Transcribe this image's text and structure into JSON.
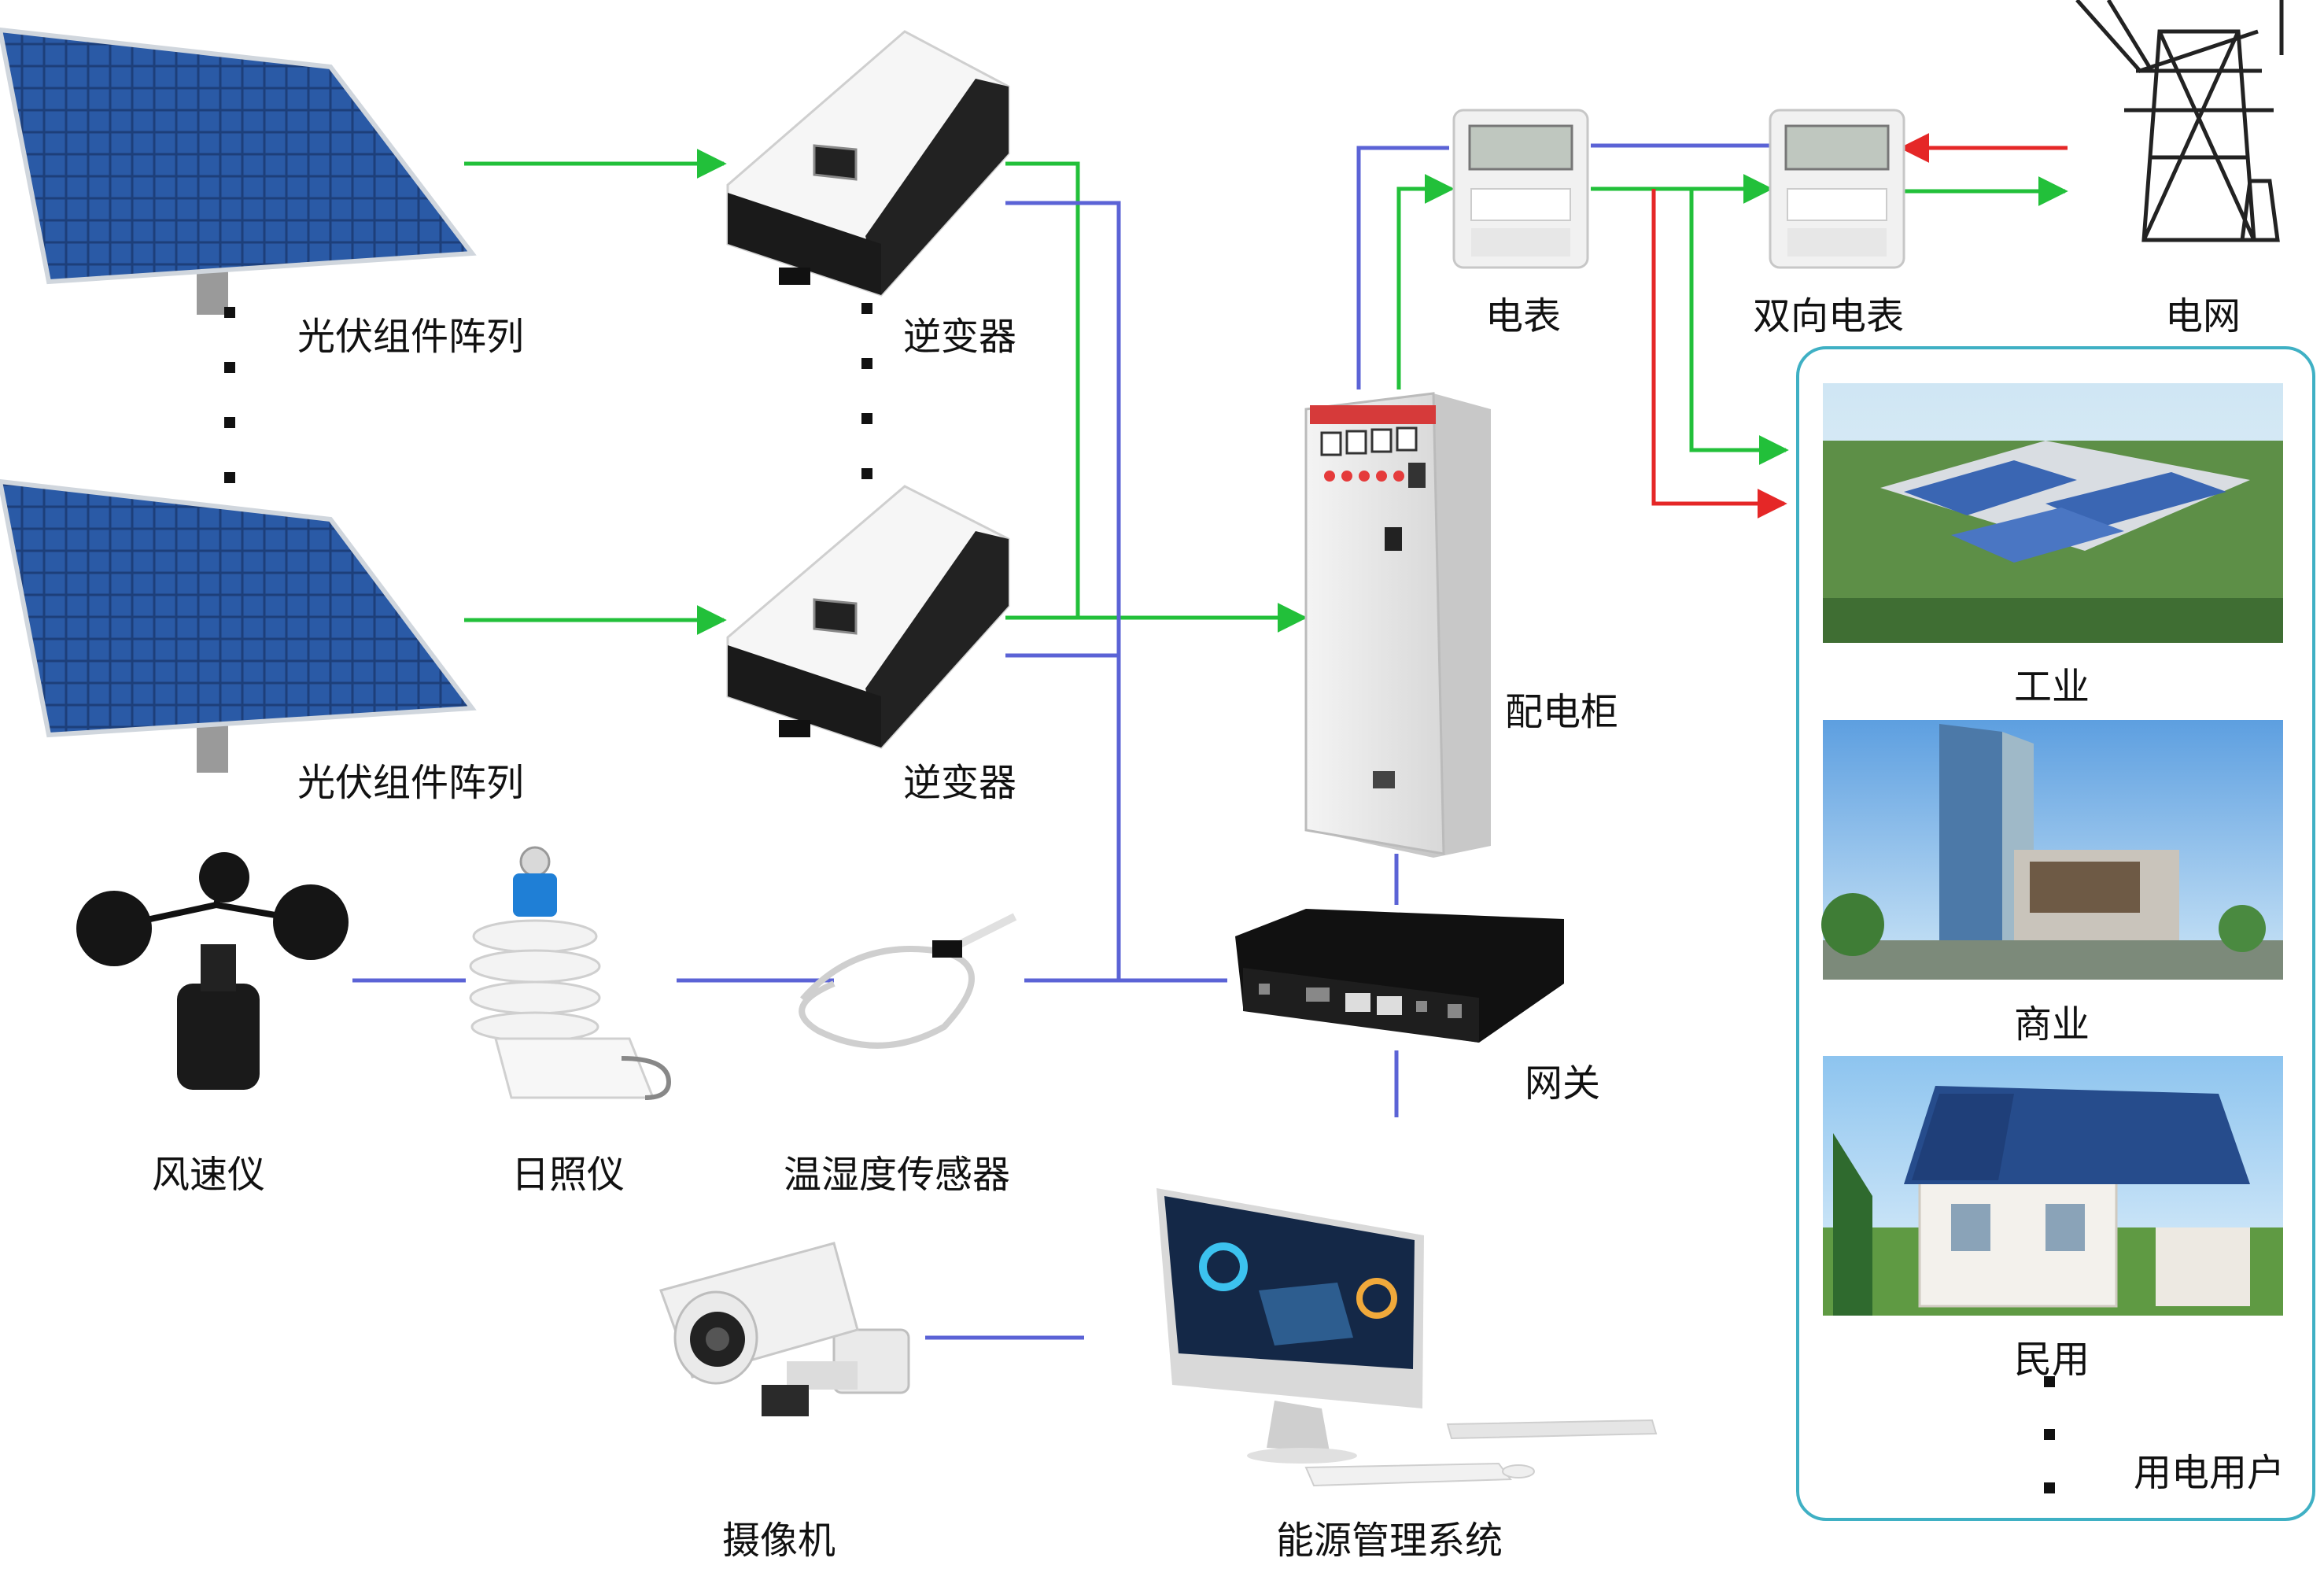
{
  "labels": {
    "pv_array_1": "光伏组件阵列",
    "pv_array_2": "光伏组件阵列",
    "inverter_1": "逆变器",
    "inverter_2": "逆变器",
    "cabinet": "配电柜",
    "meter": "电表",
    "bidirectional_meter": "双向电表",
    "grid": "电网",
    "industry": "工业",
    "commerce": "商业",
    "residential": "民用",
    "users": "用电用户",
    "gateway": "网关",
    "anemometer": "风速仪",
    "pyranometer": "日照仪",
    "temp_humidity_sensor": "温湿度传感器",
    "camera": "摄像机",
    "ems": "能源管理系统"
  },
  "colors": {
    "power_flow": "#22c03a",
    "grid_flow": "#e52727",
    "data_link": "#5b63d6",
    "users_border": "#3fb0c4"
  }
}
